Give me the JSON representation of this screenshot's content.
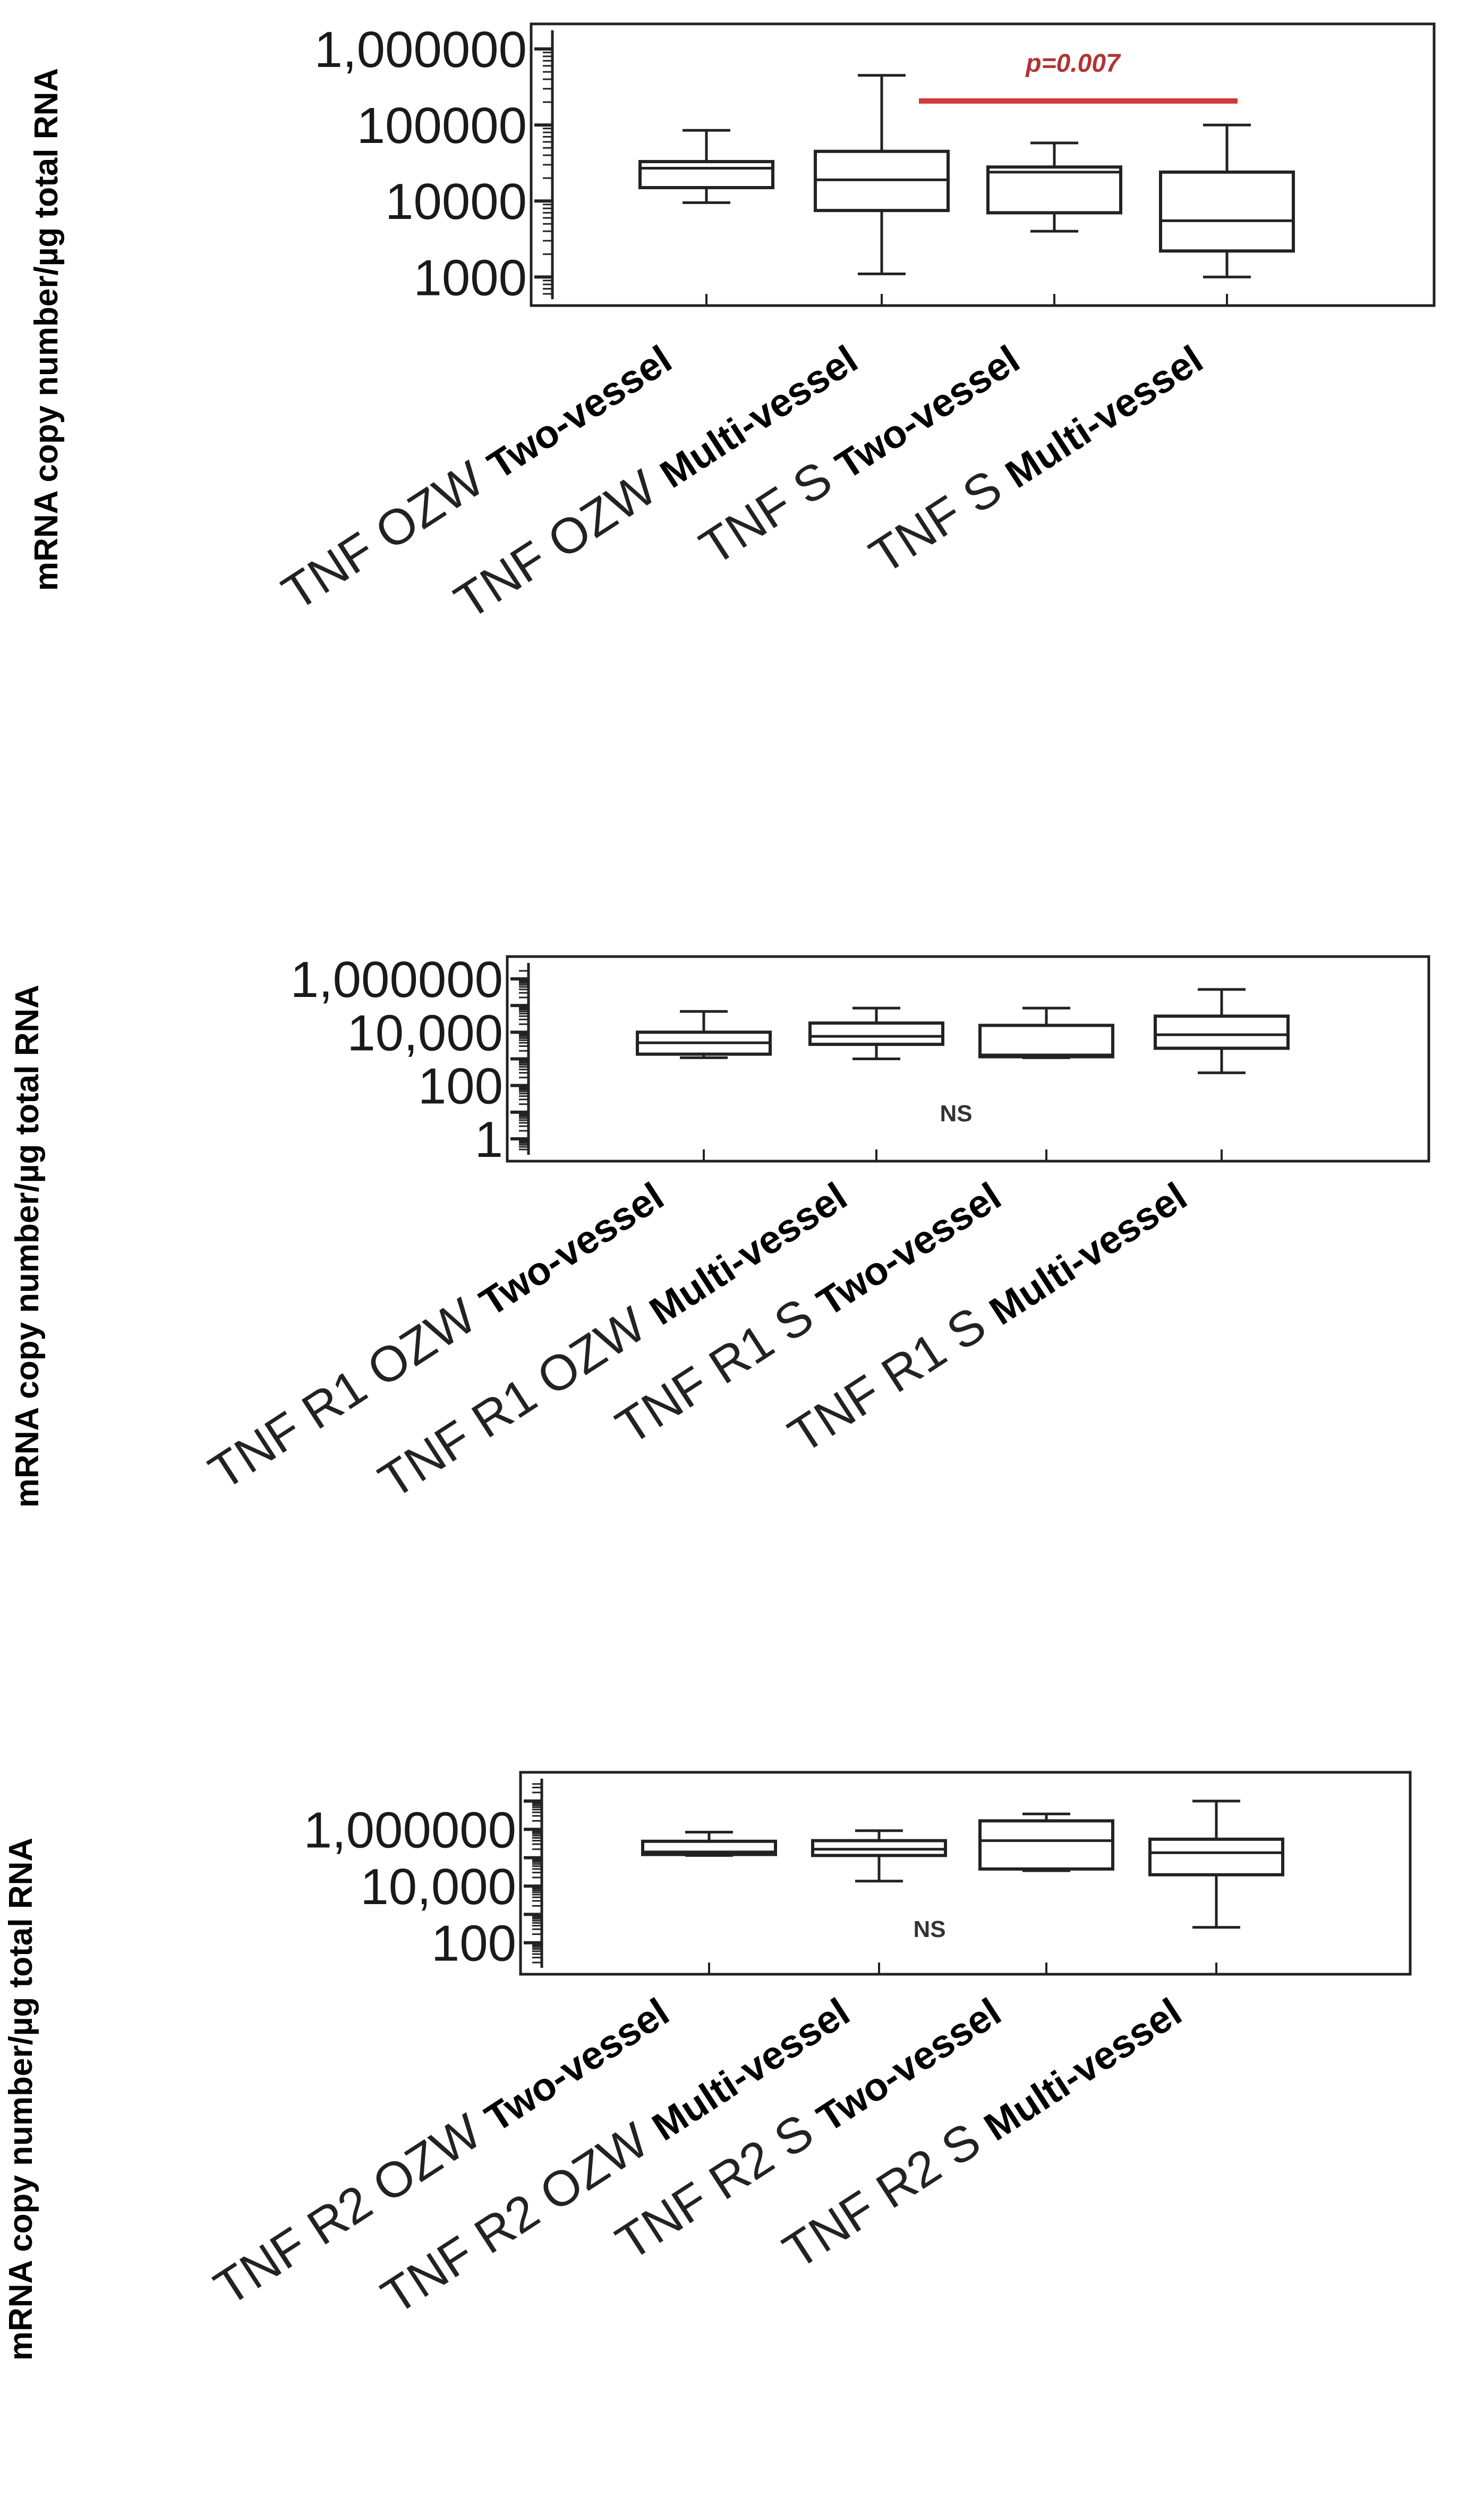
{
  "chart_data": [
    {
      "type": "box",
      "ylabel": "mRNA copy number/µg total RNA",
      "yscale": "log",
      "ylim": [
        600,
        1500000
      ],
      "ytick_values": [
        1000,
        10000,
        100000,
        1000000
      ],
      "ytick_labels": [
        "1000",
        "10000",
        "100000",
        "1,000000"
      ],
      "grid": false,
      "categories": [
        {
          "prefix": "TNF OZW",
          "suffix": "Two-vessel"
        },
        {
          "prefix": "TNF OZW",
          "suffix": "Multi-vessel"
        },
        {
          "prefix": "TNF S",
          "suffix": "Two-vessel"
        },
        {
          "prefix": "TNF S",
          "suffix": "Multi-vessel"
        }
      ],
      "boxes": [
        {
          "min": 9500,
          "q1": 15000,
          "median": 27000,
          "q3": 33000,
          "max": 85000
        },
        {
          "min": 1100,
          "q1": 7500,
          "median": 19000,
          "q3": 45000,
          "max": 450000
        },
        {
          "min": 4000,
          "q1": 7000,
          "median": 24000,
          "q3": 28000,
          "max": 58000
        },
        {
          "min": 1000,
          "q1": 2200,
          "median": 5500,
          "q3": 24000,
          "max": 100000
        }
      ],
      "annotation": {
        "text": "p=0.007",
        "from": 2,
        "to": 4
      }
    },
    {
      "type": "box",
      "ylabel": "mRNA copy number/µg total RNA",
      "yscale": "log",
      "ylim": [
        0.4,
        2500000
      ],
      "ytick_values": [
        1,
        100,
        10000,
        1000000
      ],
      "ytick_labels": [
        "1",
        "100",
        "10,000",
        "1,000000"
      ],
      "grid": false,
      "categories": [
        {
          "prefix": "TNF R1 OZW",
          "suffix": "Two-vessel"
        },
        {
          "prefix": "TNF R1 OZW",
          "suffix": "Multi-vessel"
        },
        {
          "prefix": "TNF R1 S",
          "suffix": "Two-vessel"
        },
        {
          "prefix": "TNF R1 S",
          "suffix": "Multi-vessel"
        }
      ],
      "boxes": [
        {
          "min": 1100,
          "q1": 1500,
          "median": 4000,
          "q3": 10000,
          "max": 60000
        },
        {
          "min": 1000,
          "q1": 3500,
          "median": 7000,
          "q3": 22000,
          "max": 80000
        },
        {
          "min": 1100,
          "q1": 1200,
          "median": 1400,
          "q3": 18000,
          "max": 80000
        },
        {
          "min": 300,
          "q1": 2500,
          "median": 8000,
          "q3": 40000,
          "max": 400000
        }
      ],
      "annotation": {
        "text": "NS"
      }
    },
    {
      "type": "box",
      "ylabel": "mRNA copy number/µg total RNA",
      "yscale": "log",
      "ylim": [
        20,
        40000000
      ],
      "ytick_values": [
        100,
        10000,
        1000000
      ],
      "ytick_labels": [
        "100",
        "10,000",
        "1,000000"
      ],
      "grid": false,
      "categories": [
        {
          "prefix": "TNF R2 OZW",
          "suffix": "Two-vessel"
        },
        {
          "prefix": "TNF R2 OZW",
          "suffix": "Multi-vessel"
        },
        {
          "prefix": "TNF R2 S",
          "suffix": "Two-vessel"
        },
        {
          "prefix": "TNF R2 S",
          "suffix": "Multi-vessel"
        }
      ],
      "boxes": [
        {
          "min": 120000,
          "q1": 130000,
          "median": 160000,
          "q3": 380000,
          "max": 800000
        },
        {
          "min": 15000,
          "q1": 120000,
          "median": 200000,
          "q3": 400000,
          "max": 900000
        },
        {
          "min": 35000,
          "q1": 40000,
          "median": 400000,
          "q3": 2000000,
          "max": 3500000
        },
        {
          "min": 350,
          "q1": 25000,
          "median": 150000,
          "q3": 450000,
          "max": 10000000
        }
      ],
      "annotation": {
        "text": "NS"
      }
    }
  ]
}
